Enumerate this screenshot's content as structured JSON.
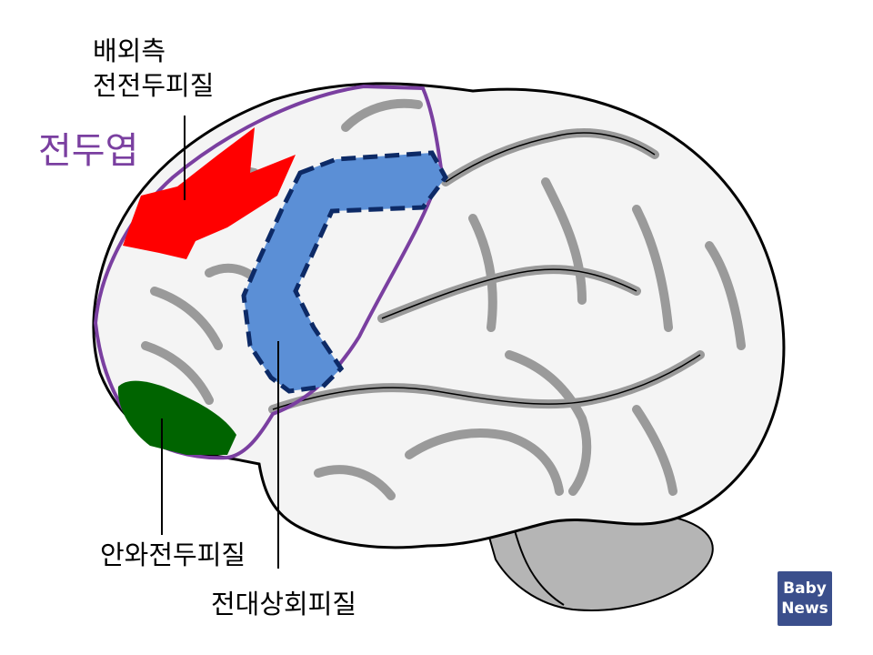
{
  "labels": {
    "dorsolateral_line1": "배외측",
    "dorsolateral_line2": "전전두피질",
    "frontal_lobe": "전두엽",
    "orbitofrontal": "안와전두피질",
    "anterior_cingulate": "전대상회피질"
  },
  "logo": {
    "line1": "Baby",
    "line2": "News"
  },
  "colors": {
    "frontal_outline": "#7a3fa0",
    "dorsolateral_region": "#ff0000",
    "orbitofrontal_region": "#006400",
    "cingulate_region": "#5b8fd6",
    "cingulate_border": "#0d2a66",
    "brain_fill": "#f4f4f4",
    "sulci": "#9a9a9a",
    "cerebellum": "#b5b5b5",
    "logo_bg": "#3b4f8c"
  }
}
